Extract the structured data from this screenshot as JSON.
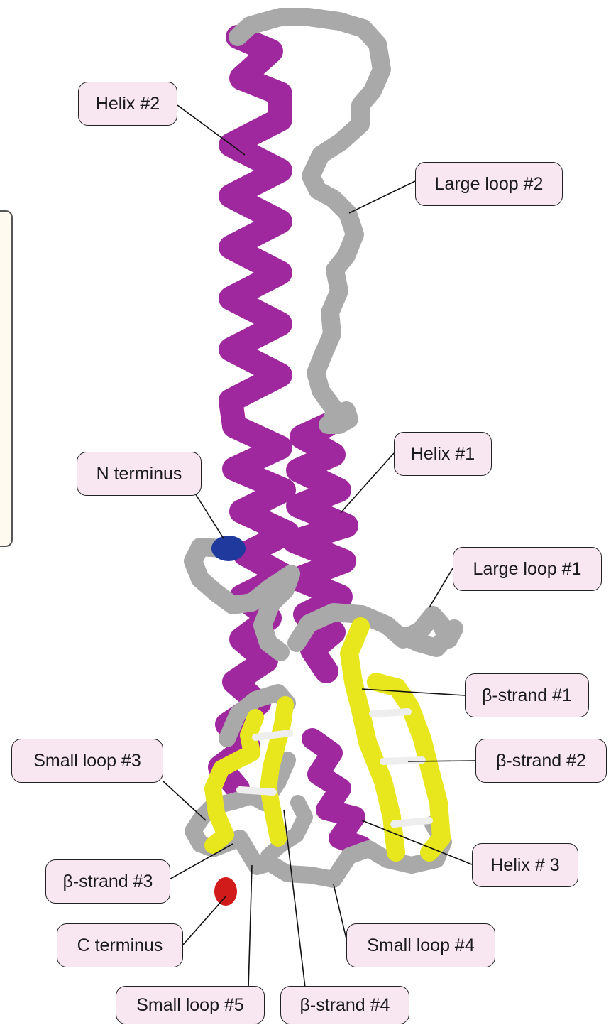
{
  "diagram": {
    "labels": {
      "helix_2": "Helix #2",
      "large_loop_2": "Large loop #2",
      "helix_1": "Helix #1",
      "n_terminus": "N terminus",
      "large_loop_1": "Large loop #1",
      "beta_strand_1": "β-strand #1",
      "beta_strand_2": "β-strand #2",
      "small_loop_3": "Small loop #3",
      "helix_3": "Helix # 3",
      "beta_strand_3": "β-strand #3",
      "c_terminus": "C terminus",
      "small_loop_4": "Small loop #4",
      "small_loop_5": "Small loop #5",
      "beta_strand_4": "β-strand #4"
    },
    "colors": {
      "helix": "#a0289e",
      "loop": "#a9a9a9",
      "strand": "#e8e61c",
      "n_terminus": "#1f3a9c",
      "c_terminus": "#d11a1a",
      "label_fill": "#f8e6f0",
      "label_border": "#222222",
      "hbond": "#eeeeee"
    }
  }
}
